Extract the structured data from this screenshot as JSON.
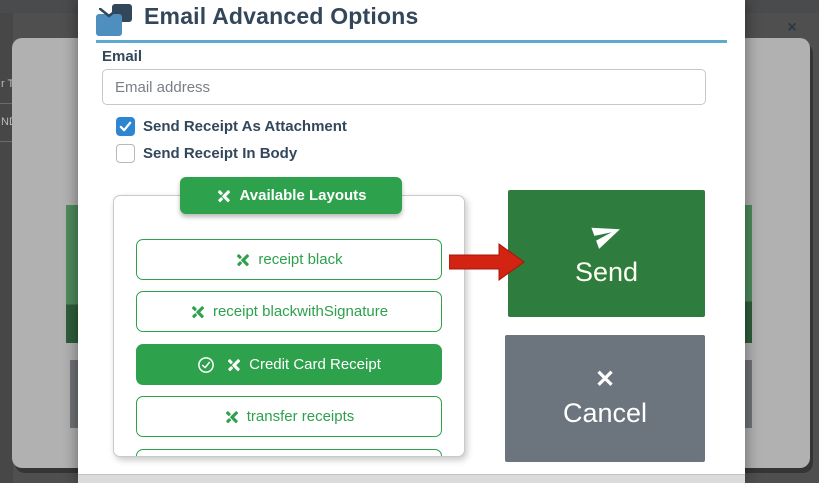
{
  "window": {
    "close_label": "×"
  },
  "modal": {
    "title": "Email Advanced Options",
    "header_icon": "mail-stack-icon",
    "email_label": "Email",
    "email_value": "",
    "email_placeholder": "Email address",
    "checkboxes": [
      {
        "label": "Send Receipt As Attachment",
        "checked": true
      },
      {
        "label": "Send Receipt In Body",
        "checked": false
      }
    ],
    "layouts": {
      "header_label": "Available Layouts",
      "header_icon": "design-tools-icon",
      "items": [
        {
          "label": "receipt black",
          "selected": false
        },
        {
          "label": "receipt blackwithSignature",
          "selected": false
        },
        {
          "label": "Credit Card Receipt",
          "selected": true
        },
        {
          "label": "transfer receipts",
          "selected": false
        },
        {
          "label": "",
          "selected": false,
          "clipped": true
        }
      ]
    },
    "actions": {
      "send_label": "Send",
      "send_icon": "paper-plane-icon",
      "cancel_label": "Cancel",
      "cancel_icon": "x-icon"
    }
  },
  "annotation": {
    "type": "red-arrow",
    "points_to": "send-button"
  },
  "background": {
    "fragments": [
      "r T",
      "ND"
    ]
  },
  "colors": {
    "accent_green": "#2da14c",
    "send_green": "#2e7d3e",
    "cancel_gray": "#6c757d",
    "checkbox_blue": "#2e86d3",
    "divider_blue": "#5fa8d3",
    "title_slate": "#33475b",
    "arrow_red": "#d32413"
  }
}
